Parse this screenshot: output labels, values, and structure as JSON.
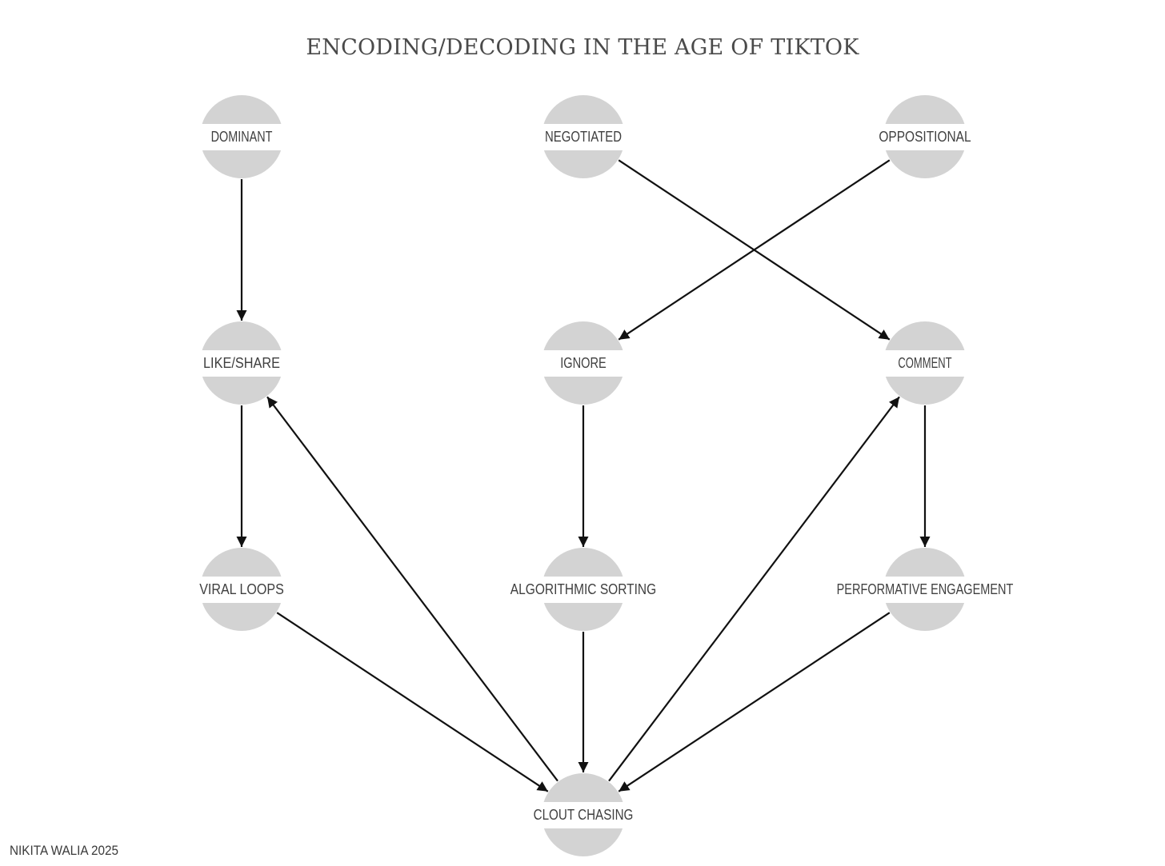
{
  "title": "ENCODING/DECODING IN THE AGE OF TIKTOK",
  "credit": "NIKITA WALIA 2025",
  "colors": {
    "node_fill": "#d3d3d3",
    "edge": "#111111",
    "label": "#3f3f3f",
    "background": "#ffffff"
  },
  "nodes": [
    {
      "id": "dominant",
      "label": "DOMINANT"
    },
    {
      "id": "negotiated",
      "label": "NEGOTIATED"
    },
    {
      "id": "oppositional",
      "label": "OPPOSITIONAL"
    },
    {
      "id": "like_share",
      "label": "LIKE/SHARE"
    },
    {
      "id": "ignore",
      "label": "IGNORE"
    },
    {
      "id": "comment",
      "label": "COMMENT"
    },
    {
      "id": "viral_loops",
      "label": "VIRAL LOOPS"
    },
    {
      "id": "algorithmic_sorting",
      "label": "ALGORITHMIC SORTING"
    },
    {
      "id": "performative_engagement",
      "label": "PERFORMATIVE ENGAGEMENT"
    },
    {
      "id": "clout_chasing",
      "label": "CLOUT CHASING"
    }
  ],
  "edges": [
    {
      "from": "dominant",
      "to": "like_share"
    },
    {
      "from": "negotiated",
      "to": "comment"
    },
    {
      "from": "oppositional",
      "to": "ignore"
    },
    {
      "from": "like_share",
      "to": "viral_loops"
    },
    {
      "from": "ignore",
      "to": "algorithmic_sorting"
    },
    {
      "from": "comment",
      "to": "performative_engagement"
    },
    {
      "from": "viral_loops",
      "to": "clout_chasing"
    },
    {
      "from": "algorithmic_sorting",
      "to": "clout_chasing"
    },
    {
      "from": "performative_engagement",
      "to": "clout_chasing"
    },
    {
      "from": "clout_chasing",
      "to": "like_share"
    },
    {
      "from": "clout_chasing",
      "to": "comment"
    }
  ]
}
